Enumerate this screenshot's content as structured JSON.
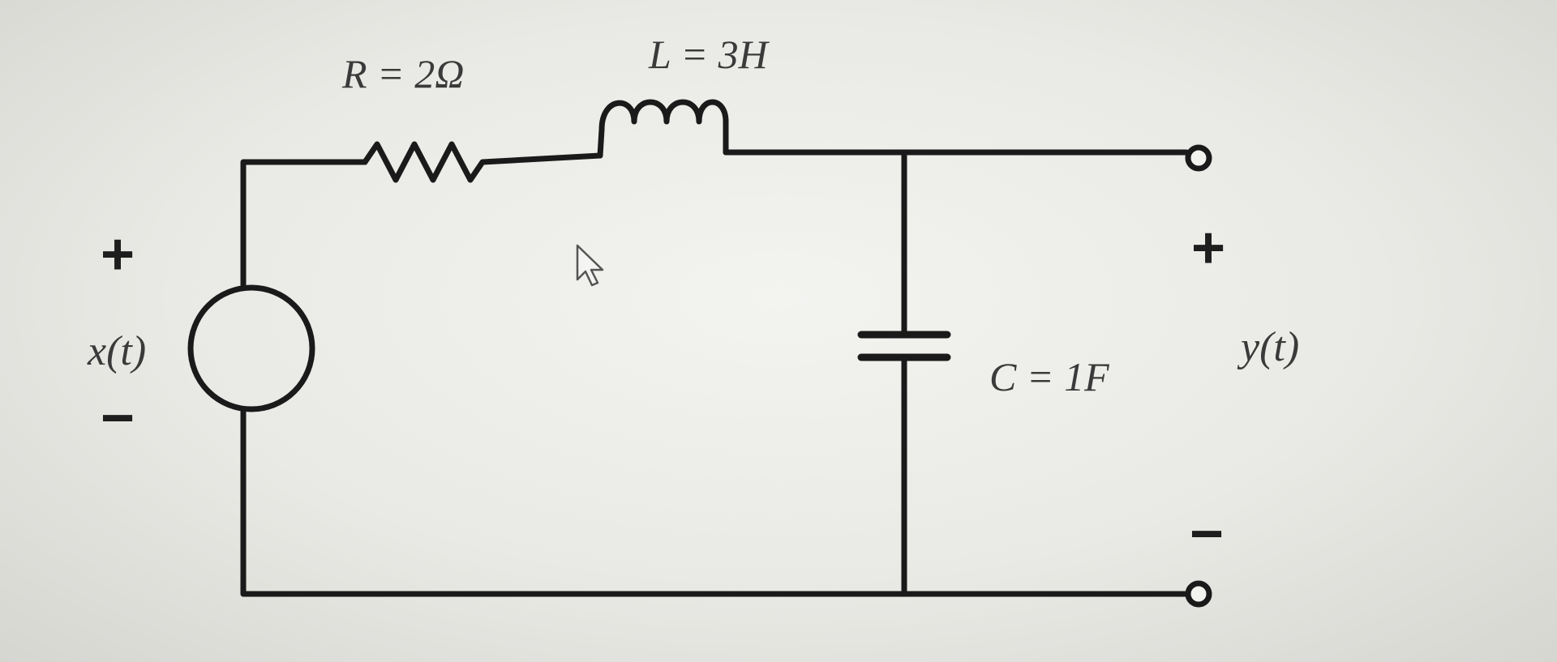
{
  "labels": {
    "resistor": "R = 2Ω",
    "inductor": "L = 3H",
    "capacitor": "C = 1F",
    "input": "x(t)",
    "output": "y(t)"
  },
  "signs": {
    "input_plus": "+",
    "input_minus": "−",
    "output_plus": "+",
    "output_minus": "−"
  },
  "colors": {
    "ink": "#1a1a1a",
    "label": "#3a3a3a",
    "background": "#ececea"
  }
}
